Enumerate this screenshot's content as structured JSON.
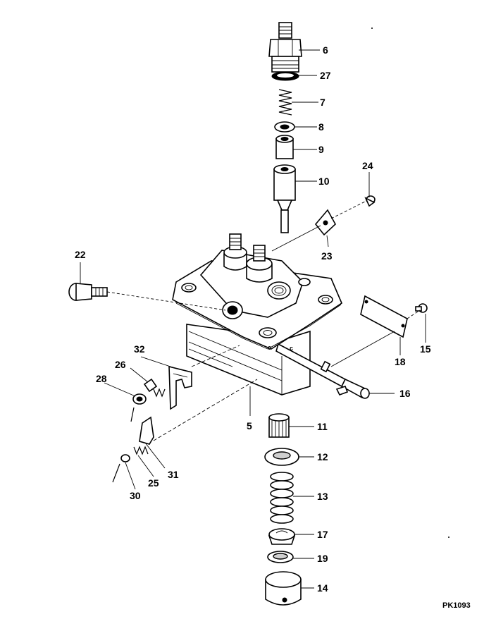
{
  "diagram_code": "PK1093",
  "labels": {
    "p5": "5",
    "p6": "6",
    "p7": "7",
    "p8": "8",
    "p9": "9",
    "p10": "10",
    "p11": "11",
    "p12": "12",
    "p13": "13",
    "p14": "14",
    "p15": "15",
    "p16": "16",
    "p17": "17",
    "p18": "18",
    "p19": "19",
    "p22": "22",
    "p23": "23",
    "p24": "24",
    "p25": "25",
    "p26": "26",
    "p27": "27",
    "p28": "28",
    "p30": "30",
    "p31": "31",
    "p32": "32"
  }
}
